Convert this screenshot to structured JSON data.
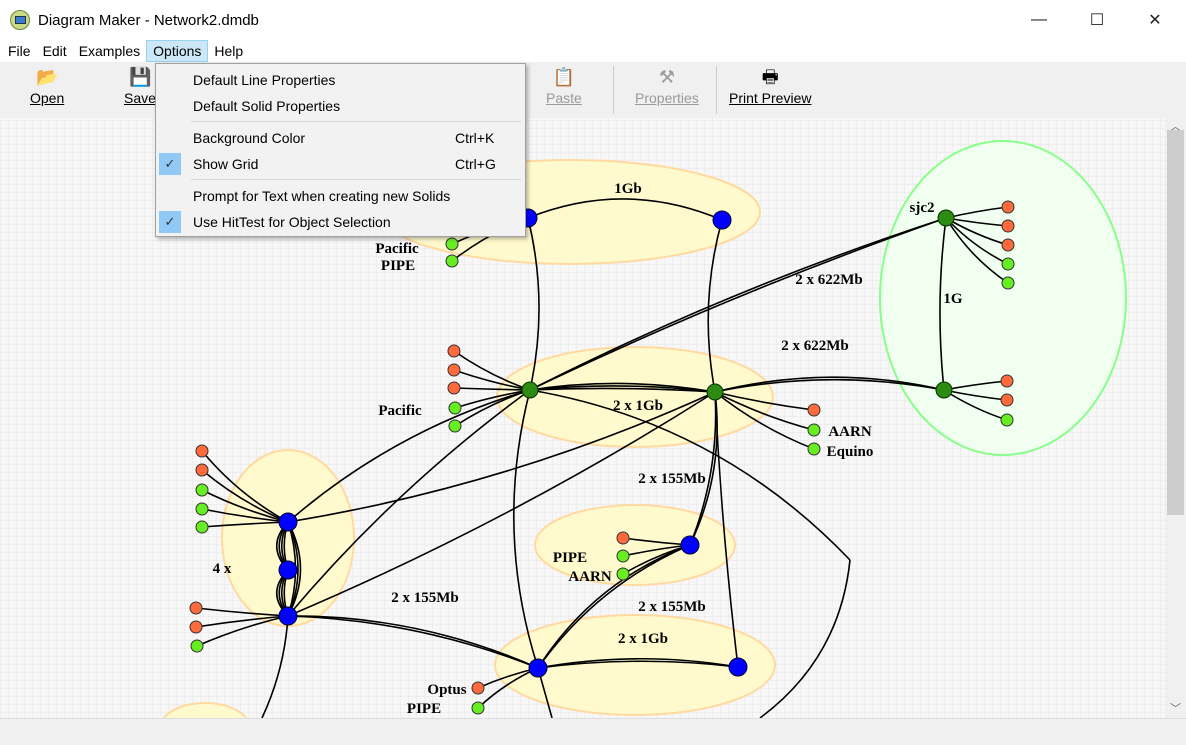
{
  "window": {
    "title": "Diagram Maker - Network2.dmdb",
    "minimize": "—",
    "maximize": "☐",
    "close": "✕"
  },
  "menubar": [
    "File",
    "Edit",
    "Examples",
    "Options",
    "Help"
  ],
  "toolbar": {
    "open": "Open",
    "save": "Save",
    "paste": "Paste",
    "properties": "Properties",
    "print_preview": "Print Preview"
  },
  "options_menu": {
    "items": [
      {
        "label": "Default Line Properties",
        "shortcut": "",
        "checked": false
      },
      {
        "label": "Default Solid Properties",
        "shortcut": "",
        "checked": false
      },
      {
        "label": "Background Color",
        "shortcut": "Ctrl+K",
        "checked": false
      },
      {
        "label": "Show Grid",
        "shortcut": "Ctrl+G",
        "checked": true
      },
      {
        "label": "Prompt for Text when creating new Solids",
        "shortcut": "",
        "checked": false
      },
      {
        "label": "Use HitTest for Object Selection",
        "shortcut": "",
        "checked": true
      }
    ],
    "check_mark": "✓"
  },
  "diagram": {
    "labels": [
      "1Gb",
      "Pacific",
      "PIPE",
      "2 x 622Mb",
      "1G",
      "sjc2",
      "2 x 622Mb",
      "Pacific",
      "2 x 1Gb",
      "AARN",
      "Equino",
      "2 x 155Mb",
      "4 x",
      "PIPE",
      "AARN",
      "2 x 155Mb",
      "2 x 155Mb",
      "2 x 1Gb",
      "Optus",
      "PIPE"
    ]
  },
  "colors": {
    "blue_node": "#0000ff",
    "green_node": "#2e8b12",
    "leaf_red": "#ff6a3d",
    "leaf_green": "#66ee22",
    "ellipse_fill": "#fffacd",
    "ellipse_stroke": "#ffd9a0",
    "green_ellipse_fill": "#f0fff0",
    "green_ellipse_stroke": "#88ff88"
  }
}
